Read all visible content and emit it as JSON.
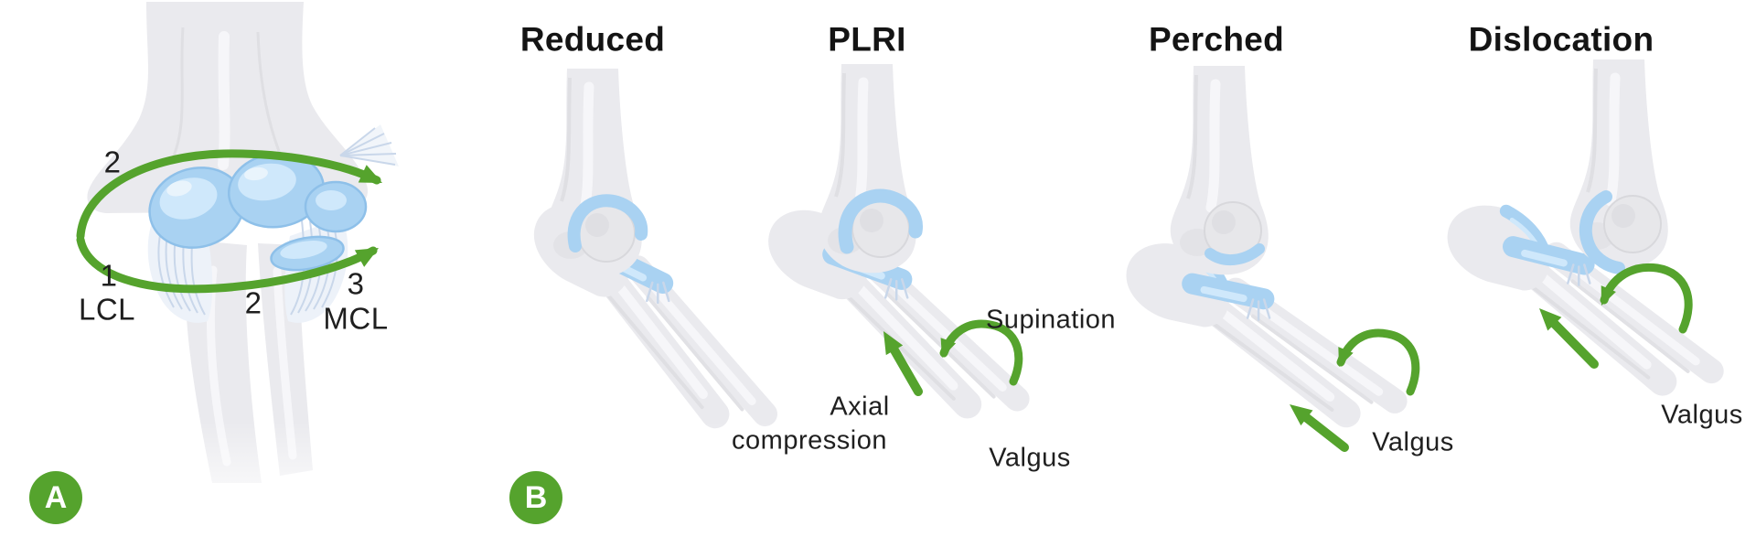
{
  "palette": {
    "green": "#55a32d",
    "cartilage_blue": "#a9d2f2",
    "cartilage_light": "#cfe8fb",
    "cartilage_edge": "#8ec0e9",
    "bone": "#eaeaee",
    "bone_highlight": "#f6f6f9",
    "bone_shadow": "#dfdfe3",
    "ligament_fiber": "#c9d7ea",
    "text": "#1f1f1f"
  },
  "badges": {
    "a": "A",
    "b": "B"
  },
  "panel_a": {
    "labels": [
      {
        "text": "2"
      },
      {
        "text": "1"
      },
      {
        "text": "LCL"
      },
      {
        "text": "2"
      },
      {
        "text": "3"
      },
      {
        "text": "MCL"
      }
    ]
  },
  "stages": [
    {
      "title": "Reduced",
      "labels": {}
    },
    {
      "title": "PLRI",
      "labels": {
        "supination": "Supination",
        "axial_line1": "Axial",
        "axial_line2": "compression",
        "valgus": "Valgus"
      }
    },
    {
      "title": "Perched",
      "labels": {
        "valgus": "Valgus"
      }
    },
    {
      "title": "Dislocation",
      "labels": {
        "valgus": "Valgus"
      }
    }
  ],
  "icons": {
    "panel_a_arrow": "elliptical-rotation-arrow",
    "supination_arrow": "curved-rotation-arrow",
    "axial_compression_arrow": "straight-arrow",
    "valgus_arrow": "straight-arrow"
  }
}
